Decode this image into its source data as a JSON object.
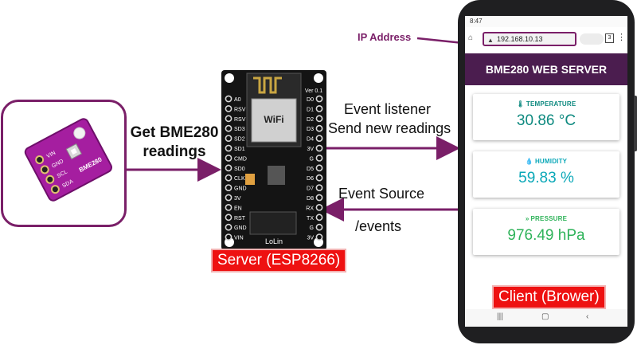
{
  "annotations": {
    "ip_address_label": "IP Address",
    "get_readings_line1": "Get BME280",
    "get_readings_line2": "readings",
    "event_listener": "Event listener",
    "send_new_readings": "Send new readings",
    "event_source": "Event Source",
    "events_path": "/events"
  },
  "server_tag": "Server (ESP8266)",
  "client_tag": "Client (Brower)",
  "sensor": {
    "pins": [
      "VIN",
      "GND",
      "SCL",
      "SDA"
    ],
    "chip_label": "BME280"
  },
  "esp_board": {
    "left_pins": [
      "A0",
      "RSV",
      "RSV",
      "SD3",
      "SD2",
      "SD1",
      "CMD",
      "SD0",
      "CLK",
      "GND",
      "3V",
      "EN",
      "RST",
      "GND",
      "VIN"
    ],
    "right_pins": [
      "D0",
      "D1",
      "D2",
      "D3",
      "D4",
      "3V",
      "G",
      "D5",
      "D6",
      "D7",
      "D8",
      "RX",
      "TX",
      "G",
      "3V"
    ],
    "logo": "LoLin",
    "module_text": "WiFi",
    "version_label": "Ver 0.1"
  },
  "phone": {
    "status_time": "8:47",
    "url": "192.168.10.13",
    "tab_count": "3",
    "page_title": "BME280 WEB SERVER",
    "cards": [
      {
        "title": "TEMPERATURE",
        "value": "30.86 °C",
        "color": "#0f8a80",
        "icon": "thermometer-icon",
        "glyph": "🌡"
      },
      {
        "title": "HUMIDITY",
        "value": "59.83 %",
        "color": "#0ba8b8",
        "icon": "water-drop-icon",
        "glyph": "💧"
      },
      {
        "title": "PRESSURE",
        "value": "976.49 hPa",
        "color": "#2fb35a",
        "icon": "double-chevron-down-icon",
        "glyph": "»"
      }
    ]
  },
  "colors": {
    "accent_purple": "#7a1f68",
    "banner": "#4b1d4f",
    "tag_red": "#ee1111",
    "sensor_board": "#a51ea0"
  }
}
